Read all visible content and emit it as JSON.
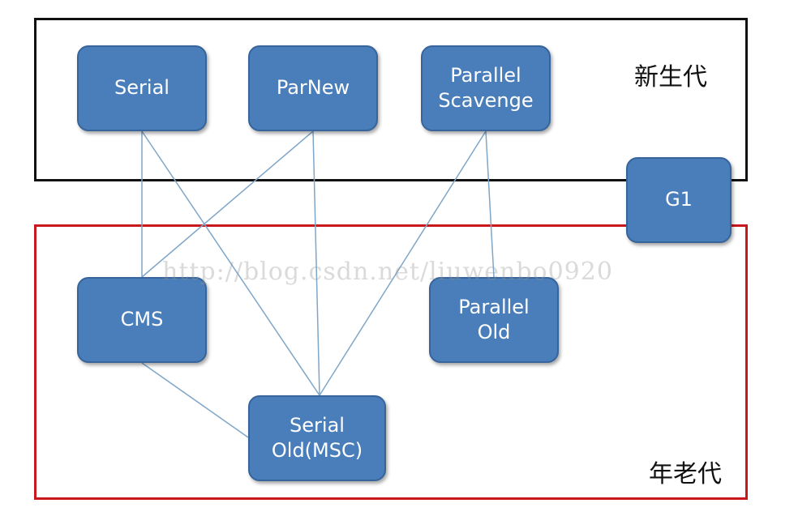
{
  "regions": {
    "young": "新生代",
    "old": "年老代"
  },
  "nodes": {
    "serial": "Serial",
    "parnew": "ParNew",
    "parallel_scavenge": "Parallel\nScavenge",
    "g1": "G1",
    "cms": "CMS",
    "parallel_old": "Parallel\nOld",
    "serial_old": "Serial\nOld(MSC)"
  },
  "connections": [
    [
      "serial",
      "cms"
    ],
    [
      "serial",
      "serial_old"
    ],
    [
      "parnew",
      "cms"
    ],
    [
      "parnew",
      "serial_old"
    ],
    [
      "parallel_scavenge",
      "serial_old"
    ],
    [
      "parallel_scavenge",
      "parallel_old"
    ],
    [
      "cms",
      "serial_old"
    ]
  ],
  "watermark": "http://blog.csdn.net/liuwenbo0920",
  "colors": {
    "node_fill": "#4a7ebb",
    "young_border": "#111111",
    "old_border": "#c8181c",
    "line": "#7fa6c8"
  }
}
